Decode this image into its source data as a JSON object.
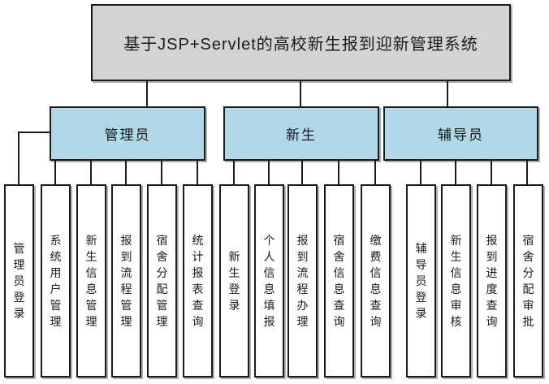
{
  "diagram": {
    "title": "基于JSP+Servlet的高校新生报到迎新管理系统",
    "colors": {
      "title_bg": "#d3d3d3",
      "branch_bg": "#b0d8e6",
      "leaf_bg": "#ffffff",
      "line": "#1a1a1a"
    },
    "branches": [
      {
        "label": "管理员",
        "children": [
          "管理员登录",
          "系统用户管理",
          "新生信息管理",
          "报到流程管理",
          "宿舍分配管理",
          "统计报表查询"
        ]
      },
      {
        "label": "新生",
        "children": [
          "新生登录",
          "个人信息填报",
          "报到流程办理",
          "宿舍信息查询",
          "缴费信息查询"
        ]
      },
      {
        "label": "辅导员",
        "children": [
          "辅导员登录",
          "新生信息审核",
          "报到进度查询",
          "宿舍分配审批"
        ]
      }
    ]
  }
}
